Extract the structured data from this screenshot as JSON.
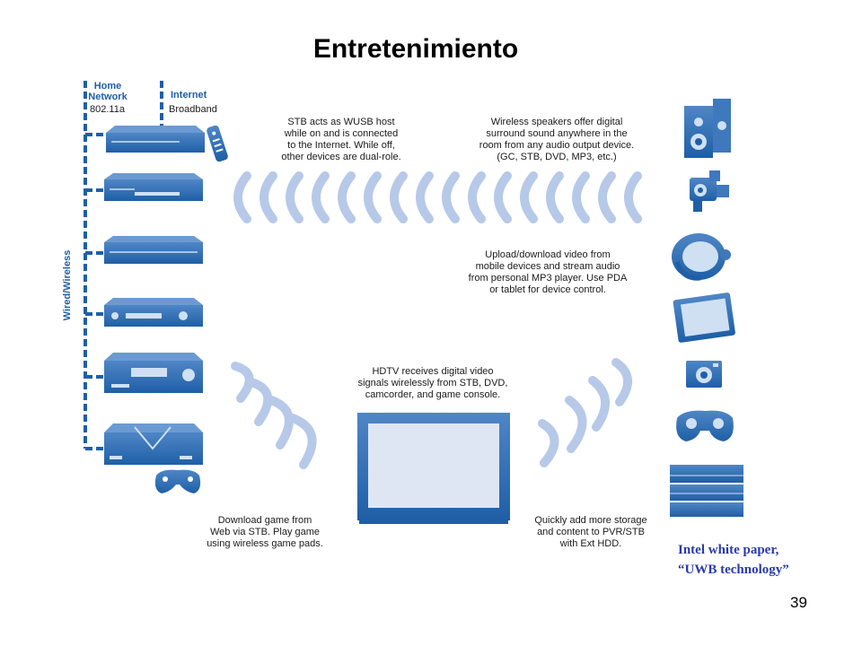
{
  "slide": {
    "title": "Entretenimiento",
    "page_number": "39",
    "credit_line1": "Intel white paper,",
    "credit_line2": "“UWB technology”"
  },
  "network": {
    "home_label_1": "Home",
    "home_label_2": "Network",
    "home_standard": "802.11a",
    "internet_label": "Internet",
    "internet_type": "Broadband",
    "connection_label": "Wired/Wireless"
  },
  "captions": {
    "stb": [
      "STB acts as WUSB host",
      "while on and is connected",
      "to the Internet. While off,",
      "other devices are dual-role."
    ],
    "speakers": [
      "Wireless speakers offer digital",
      "surround sound anywhere in the",
      "room from any audio output device.",
      "(GC, STB, DVD, MP3, etc.)"
    ],
    "upload": [
      "Upload/download video from",
      "mobile devices and stream audio",
      "from personal MP3 player. Use PDA",
      "or tablet for device control."
    ],
    "hdtv": [
      "HDTV receives digital video",
      "signals wirelessly from STB, DVD,",
      "camcorder, and game console."
    ],
    "game": [
      "Download game from",
      "Web via STB. Play game",
      "using wireless game pads."
    ],
    "storage": [
      "Quickly add more storage",
      "and content to PVR/STB",
      "with Ext HDD."
    ]
  },
  "colors": {
    "device_blue": "#1f5fa6",
    "wave_blue": "#b7c9e8",
    "screen_fill": "#dfe6f3",
    "credit_text": "#2b3aa8"
  },
  "icons": {
    "left_devices": [
      "set-top-box-icon",
      "dvd-player-icon",
      "vcr-icon",
      "audio-receiver-icon",
      "av-receiver-icon",
      "game-console-icon"
    ],
    "right_devices": [
      "speakers-icon",
      "camcorder-icon",
      "mp3-player-icon",
      "pda-tablet-icon",
      "digital-camera-icon",
      "gamepad-icon",
      "external-hdd-icon"
    ],
    "misc": [
      "remote-control-icon",
      "wireless-gamepad-icon",
      "hdtv-icon"
    ]
  }
}
